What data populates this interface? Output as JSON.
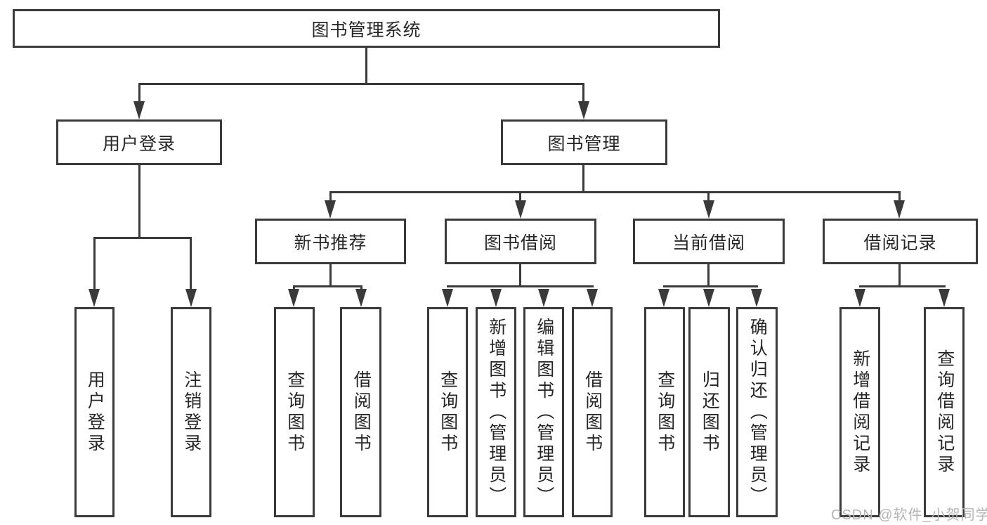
{
  "colors": {
    "background": "#ffffff",
    "line": "#3a3a3a",
    "text": "#262626",
    "watermark": "#b5b5b5"
  },
  "watermark": {
    "text": "CSDN @软件_小贺同学"
  },
  "diagram": {
    "type": "tree",
    "root": {
      "label": "图书管理系统"
    },
    "user_login": {
      "label": "用户登录",
      "children": [
        {
          "label": "用户登录"
        },
        {
          "label": "注销登录"
        }
      ]
    },
    "book_mgmt": {
      "label": "图书管理",
      "sections": [
        {
          "label": "新书推荐",
          "children": [
            {
              "label": "查询图书"
            },
            {
              "label": "借阅图书"
            }
          ]
        },
        {
          "label": "图书借阅",
          "children": [
            {
              "label": "查询图书"
            },
            {
              "label": "新增图书（管理员）"
            },
            {
              "label": "编辑图书（管理员）"
            },
            {
              "label": "借阅图书"
            }
          ]
        },
        {
          "label": "当前借阅",
          "children": [
            {
              "label": "查询图书"
            },
            {
              "label": "归还图书"
            },
            {
              "label": "确认归还（管理员）"
            }
          ]
        },
        {
          "label": "借阅记录",
          "children": [
            {
              "label": "新增借阅记录"
            },
            {
              "label": "查询借阅记录"
            }
          ]
        }
      ]
    }
  }
}
